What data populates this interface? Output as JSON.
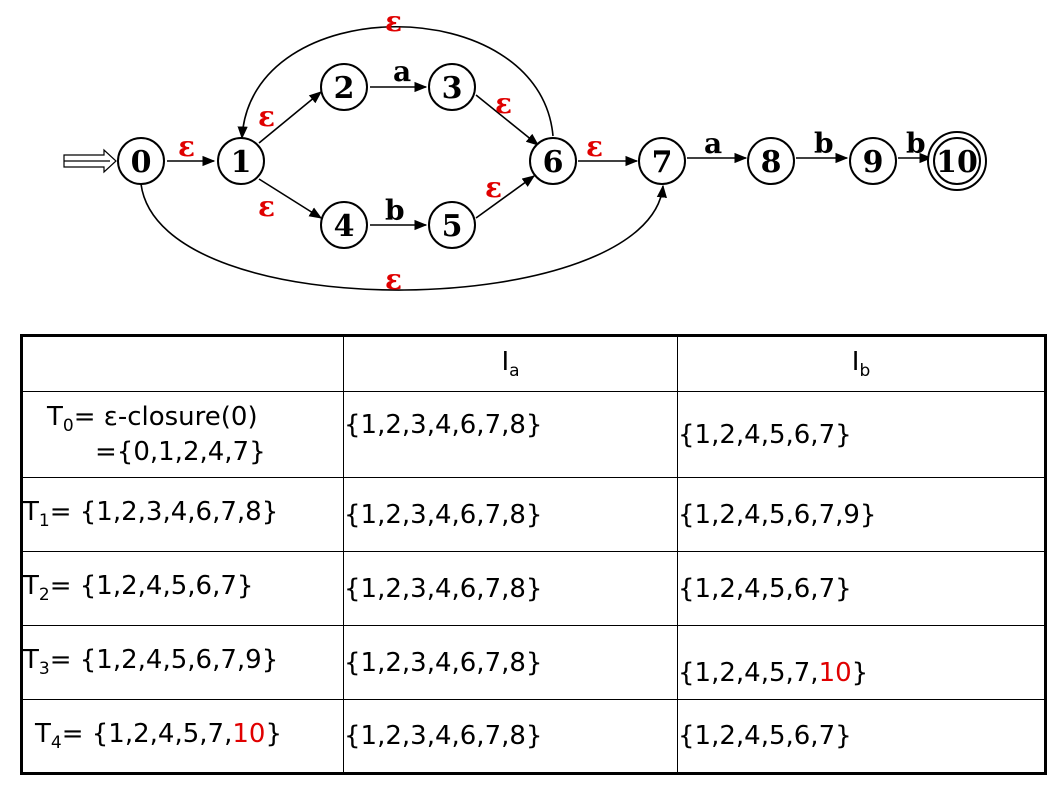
{
  "diagram": {
    "nodes": [
      {
        "id": "0",
        "label": "0"
      },
      {
        "id": "1",
        "label": "1"
      },
      {
        "id": "2",
        "label": "2"
      },
      {
        "id": "3",
        "label": "3"
      },
      {
        "id": "4",
        "label": "4"
      },
      {
        "id": "5",
        "label": "5"
      },
      {
        "id": "6",
        "label": "6"
      },
      {
        "id": "7",
        "label": "7"
      },
      {
        "id": "8",
        "label": "8"
      },
      {
        "id": "9",
        "label": "9"
      },
      {
        "id": "10",
        "label": "10",
        "accepting": true
      }
    ],
    "start_node": "0",
    "edges": [
      {
        "from": "0",
        "to": "1",
        "label": "ε"
      },
      {
        "from": "1",
        "to": "2",
        "label": "ε"
      },
      {
        "from": "1",
        "to": "4",
        "label": "ε"
      },
      {
        "from": "2",
        "to": "3",
        "label": "a"
      },
      {
        "from": "4",
        "to": "5",
        "label": "b"
      },
      {
        "from": "3",
        "to": "6",
        "label": "ε"
      },
      {
        "from": "5",
        "to": "6",
        "label": "ε"
      },
      {
        "from": "6",
        "to": "1",
        "label": "ε"
      },
      {
        "from": "6",
        "to": "7",
        "label": "ε"
      },
      {
        "from": "0",
        "to": "7",
        "label": "ε"
      },
      {
        "from": "7",
        "to": "8",
        "label": "a"
      },
      {
        "from": "8",
        "to": "9",
        "label": "b"
      },
      {
        "from": "9",
        "to": "10",
        "label": "b"
      }
    ],
    "epsilon_color": "#e00000",
    "symbol_color": "#000000"
  },
  "table": {
    "headers": {
      "col0": "",
      "col1_base": "I",
      "col1_sub": "a",
      "col2_base": "I",
      "col2_sub": "b"
    },
    "rows": [
      {
        "state_prefix": "T",
        "state_sub": "0",
        "state_text": "= ε-closure(0)",
        "state_line2": "={0,1,2,4,7}",
        "ia": "{1,2,3,4,6,7,8}",
        "ib": "{1,2,4,5,6,7}"
      },
      {
        "state_prefix": "T",
        "state_sub": "1",
        "state_text": "= {1,2,3,4,6,7,8}",
        "ia": "{1,2,3,4,6,7,8}",
        "ib": "{1,2,4,5,6,7,9}"
      },
      {
        "state_prefix": "T",
        "state_sub": "2",
        "state_text": "= {1,2,4,5,6,7}",
        "ia": "{1,2,3,4,6,7,8}",
        "ib": "{1,2,4,5,6,7}"
      },
      {
        "state_prefix": "T",
        "state_sub": "3",
        "state_text": "= {1,2,4,5,6,7,9}",
        "ia": "{1,2,3,4,6,7,8}",
        "ib_pre": "{1,2,4,5,7,",
        "ib_hl": "10",
        "ib_post": "}"
      },
      {
        "state_prefix": "T",
        "state_sub": "4",
        "state_pre": "= {1,2,4,5,7,",
        "state_hl": "10",
        "state_post": "}",
        "ia": "{1,2,3,4,6,7,8}",
        "ib": "{1,2,4,5,6,7}"
      }
    ],
    "highlight_color": "#e00000"
  }
}
